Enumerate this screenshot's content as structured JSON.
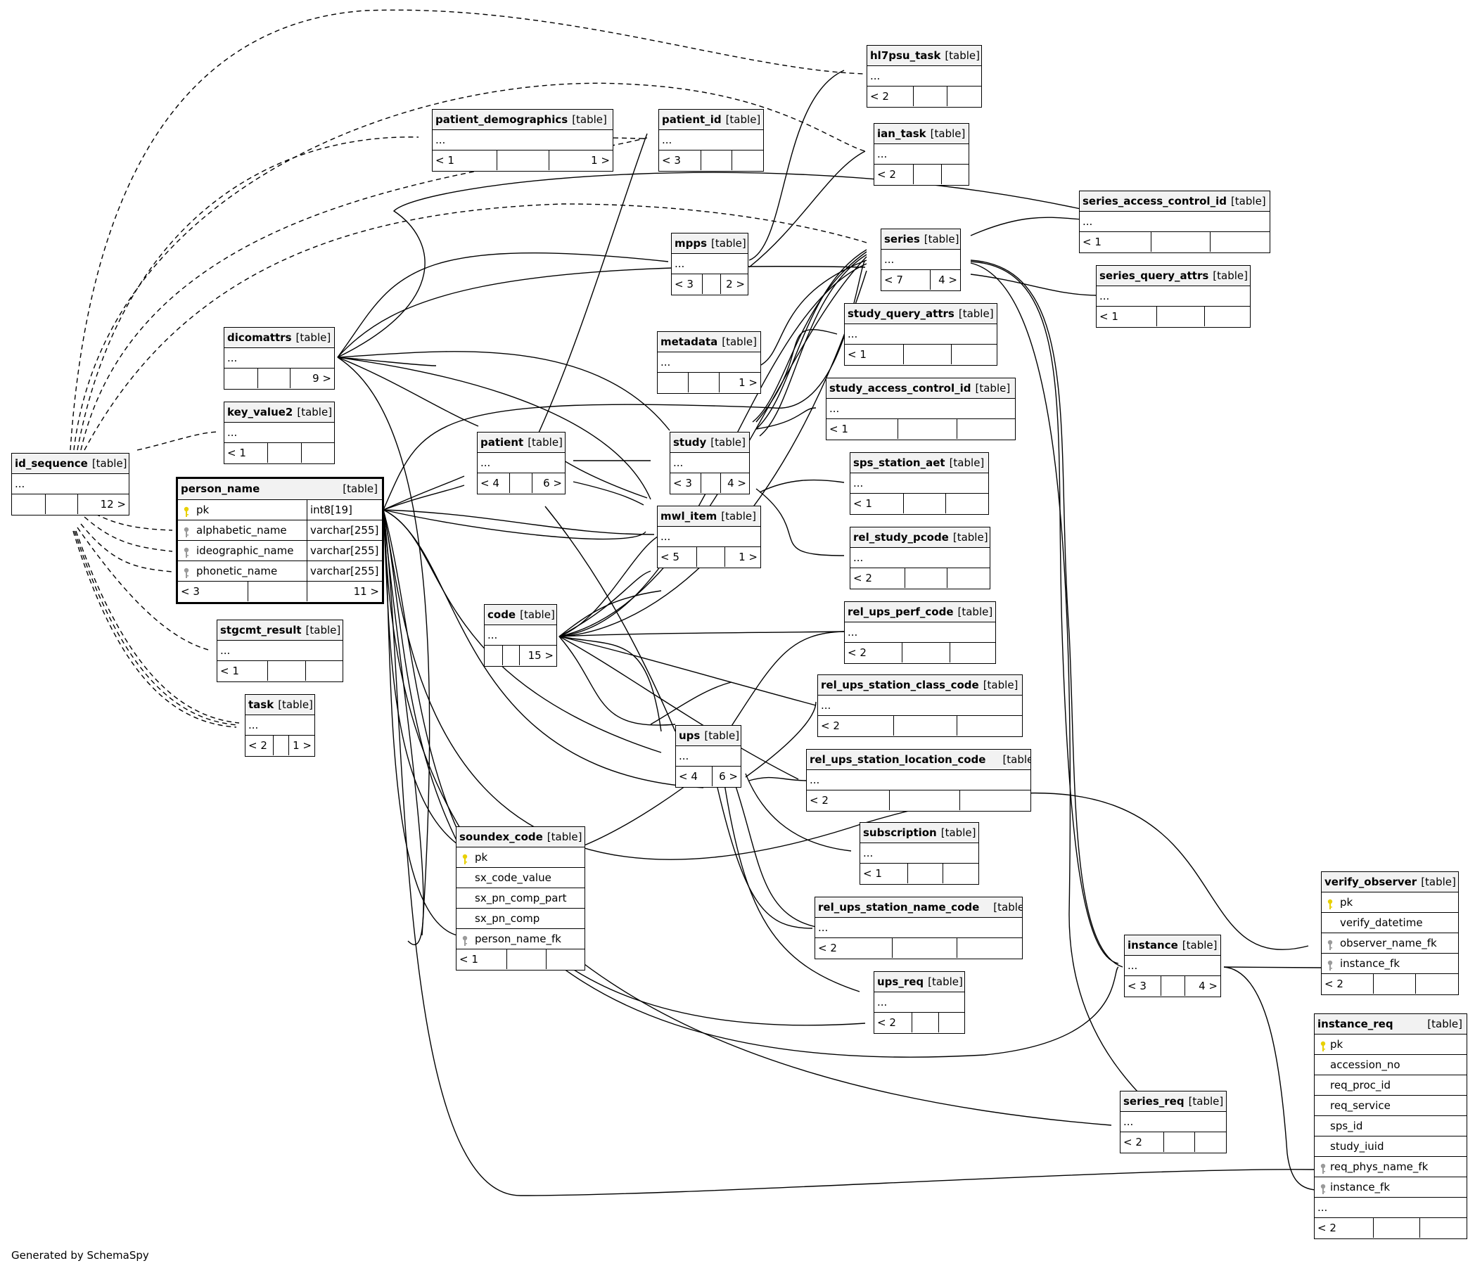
{
  "footer": "Generated by SchemaSpy",
  "tables": {
    "hl7psu_task": {
      "name": "hl7psu_task",
      "tag": "[table]",
      "rows": [
        "..."
      ],
      "counts": [
        "< 2",
        "",
        ""
      ]
    },
    "patient_demographics": {
      "name": "patient_demographics",
      "tag": "[table]",
      "rows": [
        "..."
      ],
      "counts": [
        "< 1",
        "",
        "1 >"
      ]
    },
    "patient_id": {
      "name": "patient_id",
      "tag": "[table]",
      "rows": [
        "..."
      ],
      "counts": [
        "< 3",
        "",
        ""
      ]
    },
    "ian_task": {
      "name": "ian_task",
      "tag": "[table]",
      "rows": [
        "..."
      ],
      "counts": [
        "< 2",
        "",
        ""
      ]
    },
    "series_access_control_id": {
      "name": "series_access_control_id",
      "tag": "[table]",
      "rows": [
        "..."
      ],
      "counts": [
        "< 1",
        "",
        ""
      ]
    },
    "mpps": {
      "name": "mpps",
      "tag": "[table]",
      "rows": [
        "..."
      ],
      "counts": [
        "< 3",
        "",
        "2 >"
      ]
    },
    "series": {
      "name": "series",
      "tag": "[table]",
      "rows": [
        "..."
      ],
      "counts": [
        "< 7",
        "4 >"
      ]
    },
    "series_query_attrs": {
      "name": "series_query_attrs",
      "tag": "[table]",
      "rows": [
        "..."
      ],
      "counts": [
        "< 1",
        "",
        ""
      ]
    },
    "study_query_attrs": {
      "name": "study_query_attrs",
      "tag": "[table]",
      "rows": [
        "..."
      ],
      "counts": [
        "< 1",
        "",
        ""
      ]
    },
    "dicomattrs": {
      "name": "dicomattrs",
      "tag": "[table]",
      "rows": [
        "..."
      ],
      "counts": [
        "",
        "",
        "9 >"
      ]
    },
    "metadata": {
      "name": "metadata",
      "tag": "[table]",
      "rows": [
        "..."
      ],
      "counts": [
        "",
        "",
        "1 >"
      ]
    },
    "study_access_control_id": {
      "name": "study_access_control_id",
      "tag": "[table]",
      "rows": [
        "..."
      ],
      "counts": [
        "< 1",
        "",
        ""
      ]
    },
    "key_value2": {
      "name": "key_value2",
      "tag": "[table]",
      "rows": [
        "..."
      ],
      "counts": [
        "< 1",
        "",
        ""
      ]
    },
    "patient": {
      "name": "patient",
      "tag": "[table]",
      "rows": [
        "..."
      ],
      "counts": [
        "< 4",
        "",
        "6 >"
      ]
    },
    "study": {
      "name": "study",
      "tag": "[table]",
      "rows": [
        "..."
      ],
      "counts": [
        "< 3",
        "",
        "4 >"
      ]
    },
    "id_sequence": {
      "name": "id_sequence",
      "tag": "[table]",
      "rows": [
        "..."
      ],
      "counts": [
        "",
        "",
        "12 >"
      ]
    },
    "sps_station_aet": {
      "name": "sps_station_aet",
      "tag": "[table]",
      "rows": [
        "..."
      ],
      "counts": [
        "< 1",
        "",
        ""
      ]
    },
    "mwl_item": {
      "name": "mwl_item",
      "tag": "[table]",
      "rows": [
        "..."
      ],
      "counts": [
        "< 5",
        "",
        "1 >"
      ]
    },
    "rel_study_pcode": {
      "name": "rel_study_pcode",
      "tag": "[table]",
      "rows": [
        "..."
      ],
      "counts": [
        "< 2",
        "",
        ""
      ]
    },
    "code": {
      "name": "code",
      "tag": "[table]",
      "rows": [
        "..."
      ],
      "counts": [
        "",
        "",
        "15 >"
      ]
    },
    "rel_ups_perf_code": {
      "name": "rel_ups_perf_code",
      "tag": "[table]",
      "rows": [
        "..."
      ],
      "counts": [
        "< 2",
        "",
        ""
      ]
    },
    "stgcmt_result": {
      "name": "stgcmt_result",
      "tag": "[table]",
      "rows": [
        "..."
      ],
      "counts": [
        "< 1",
        "",
        ""
      ]
    },
    "rel_ups_station_class_code": {
      "name": "rel_ups_station_class_code",
      "tag": "[table]",
      "rows": [
        "..."
      ],
      "counts": [
        "< 2",
        "",
        ""
      ]
    },
    "task": {
      "name": "task",
      "tag": "[table]",
      "rows": [
        "..."
      ],
      "counts": [
        "< 2",
        "",
        "1 >"
      ]
    },
    "ups": {
      "name": "ups",
      "tag": "[table]",
      "rows": [
        "..."
      ],
      "counts": [
        "< 4",
        "6 >"
      ]
    },
    "rel_ups_station_location_code": {
      "name": "rel_ups_station_location_code",
      "tag": "[table]",
      "rows": [
        "..."
      ],
      "counts": [
        "< 2",
        "",
        ""
      ]
    },
    "subscription": {
      "name": "subscription",
      "tag": "[table]",
      "rows": [
        "..."
      ],
      "counts": [
        "< 1",
        "",
        ""
      ]
    },
    "rel_ups_station_name_code": {
      "name": "rel_ups_station_name_code",
      "tag": "[table]",
      "rows": [
        "..."
      ],
      "counts": [
        "< 2",
        "",
        ""
      ]
    },
    "ups_req": {
      "name": "ups_req",
      "tag": "[table]",
      "rows": [
        "..."
      ],
      "counts": [
        "< 2",
        "",
        ""
      ]
    },
    "instance": {
      "name": "instance",
      "tag": "[table]",
      "rows": [
        "..."
      ],
      "counts": [
        "< 3",
        "",
        "4 >"
      ]
    },
    "series_req": {
      "name": "series_req",
      "tag": "[table]",
      "rows": [
        "..."
      ],
      "counts": [
        "< 2",
        "",
        ""
      ]
    }
  },
  "person_name": {
    "name": "person_name",
    "tag": "[table]",
    "columns": [
      {
        "name": "pk",
        "type": "int8[19]",
        "key": "primary"
      },
      {
        "name": "alphabetic_name",
        "type": "varchar[255]",
        "key": "index"
      },
      {
        "name": "ideographic_name",
        "type": "varchar[255]",
        "key": "index"
      },
      {
        "name": "phonetic_name",
        "type": "varchar[255]",
        "key": "index"
      }
    ],
    "counts": [
      "< 3",
      "",
      "11 >"
    ]
  },
  "soundex_code": {
    "name": "soundex_code",
    "tag": "[table]",
    "columns": [
      {
        "name": "pk",
        "key": "primary"
      },
      {
        "name": "sx_code_value",
        "key": ""
      },
      {
        "name": "sx_pn_comp_part",
        "key": ""
      },
      {
        "name": "sx_pn_comp",
        "key": ""
      },
      {
        "name": "person_name_fk",
        "key": "index"
      }
    ],
    "counts": [
      "< 1",
      "",
      ""
    ]
  },
  "verify_observer": {
    "name": "verify_observer",
    "tag": "[table]",
    "columns": [
      {
        "name": "pk",
        "key": "primary"
      },
      {
        "name": "verify_datetime",
        "key": ""
      },
      {
        "name": "observer_name_fk",
        "key": "index"
      },
      {
        "name": "instance_fk",
        "key": "index"
      }
    ],
    "counts": [
      "< 2",
      "",
      ""
    ]
  },
  "instance_req": {
    "name": "instance_req",
    "tag": "[table]",
    "columns": [
      {
        "name": "pk",
        "key": "primary"
      },
      {
        "name": "accession_no",
        "key": ""
      },
      {
        "name": "req_proc_id",
        "key": ""
      },
      {
        "name": "req_service",
        "key": ""
      },
      {
        "name": "sps_id",
        "key": ""
      },
      {
        "name": "study_iuid",
        "key": ""
      },
      {
        "name": "req_phys_name_fk",
        "key": "index"
      },
      {
        "name": "instance_fk",
        "key": "index"
      }
    ],
    "extra_row": "...",
    "counts": [
      "< 2",
      "",
      ""
    ]
  },
  "colors": {
    "primary_key": "#e8d000",
    "index_key": "#9a9a9a",
    "line": "#000000"
  }
}
